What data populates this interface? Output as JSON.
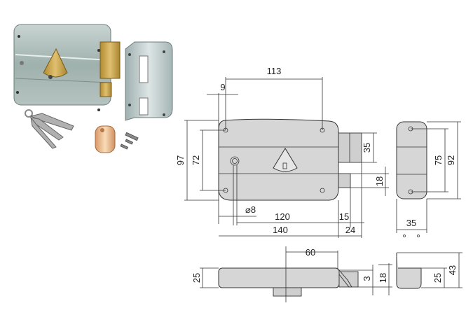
{
  "product_photo": {
    "subject": "rim lock with cylinder, keys, strike plate and screws",
    "colors": {
      "lock_body": "#a9b8b4",
      "brass": "#c8a44a",
      "cylinder": "#e8c090",
      "strike": "#b9c6c6"
    }
  },
  "front_view": {
    "dims": {
      "top_holes_spacing": "113",
      "hole_offset": "9",
      "height_total": "97",
      "holes_vertical": "72",
      "bolt_height": "35",
      "latch_height": "18",
      "hole_diameter": "⌀8",
      "body_width_inner": "120",
      "body_width_total": "140",
      "latch_protrusion": "15",
      "bolt_protrusion": "24"
    }
  },
  "strike_view": {
    "dims": {
      "holes_spacing": "75",
      "height": "92",
      "width": "35"
    }
  },
  "top_view": {
    "dims": {
      "cylinder_offset": "60",
      "depth": "25",
      "latch_gap": "3",
      "latch_height": "18"
    }
  },
  "strike_side_view": {
    "dims": {
      "depth": "25",
      "total_depth": "43"
    }
  },
  "colors": {
    "line": "#333333",
    "fill": "#d6d6d6",
    "background": "#ffffff"
  }
}
